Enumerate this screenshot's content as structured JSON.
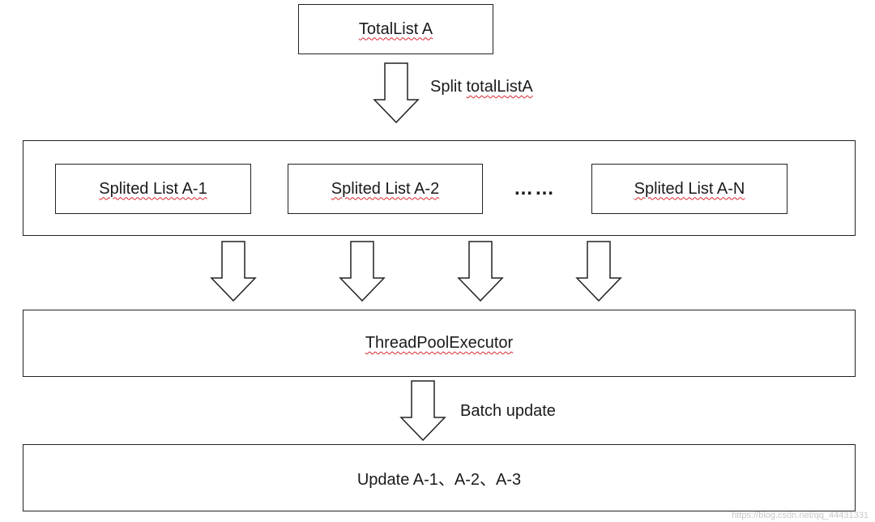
{
  "diagram": {
    "top_box": {
      "label": "TotalList A"
    },
    "split_arrow": {
      "label": "Split totalListA"
    },
    "split_group": {
      "items": [
        {
          "label": "Splited List A-1"
        },
        {
          "label": "Splited List A-2"
        },
        {
          "label": "Splited List A-N"
        }
      ],
      "ellipsis": "……"
    },
    "executor_box": {
      "label": "ThreadPoolExecutor"
    },
    "batch_arrow": {
      "label": "Batch update"
    },
    "update_box": {
      "label": "Update A-1、A-2、A-3"
    },
    "watermark": "https://blog.csdn.net/qq_44431331"
  }
}
